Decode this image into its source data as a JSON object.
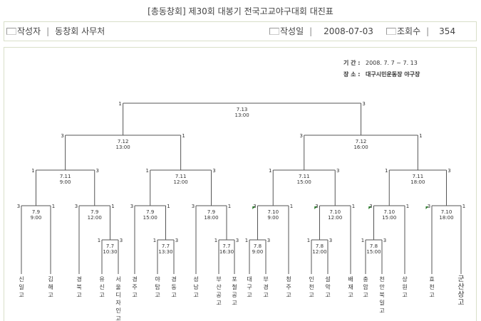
{
  "title": "[총동창회] 제30회 대봉기 전국고교야구대회 대진표",
  "info": {
    "author_label": "작성자",
    "author": "동창회 사무처",
    "date_label": "작성일",
    "date": "2008-07-03",
    "views_label": "조회수",
    "views": "354"
  },
  "period": {
    "label": "기  간 :",
    "value": "2008. 7. 7 ~ 7. 13"
  },
  "venue": {
    "label": "장  소 :",
    "value": "대구시민운동장 야구장"
  },
  "bracket": {
    "teams": [
      "신일고",
      "김해고",
      "경북고",
      "유신고",
      "서울디자인고",
      "경주고",
      "야탑고",
      "경동고",
      "성남고",
      "부산공고",
      "포철공고",
      "대구고",
      "부경고",
      "청주고",
      "인천고",
      "설악고",
      "배재고",
      "충암고",
      "천안북일고",
      "상원고",
      "효천고",
      "군산상고"
    ],
    "matches": [
      {
        "date": "7.7",
        "time": "10:30",
        "score_left": "1",
        "score_right": "3"
      },
      {
        "date": "7.7",
        "time": "13:30",
        "score_left": "1",
        "score_right": "3"
      },
      {
        "date": "7.7",
        "time": "16:30",
        "score_left": "1",
        "score_right": "3"
      },
      {
        "date": "7.8",
        "time": "9:00",
        "score_left": "1",
        "score_right": "3"
      },
      {
        "date": "7.8",
        "time": "12:00",
        "score_left": "1",
        "score_right": "3"
      },
      {
        "date": "7.8",
        "time": "15:00",
        "score_left": "1",
        "score_right": "3"
      },
      {
        "date": "7.9",
        "time": "9:00",
        "score_left": "3",
        "score_right": "1"
      },
      {
        "date": "7.9",
        "time": "12:00",
        "score_left": "3",
        "score_right": "1"
      },
      {
        "date": "7.9",
        "time": "15:00",
        "score_left": "3",
        "score_right": "1"
      },
      {
        "date": "7.9",
        "time": "18:00",
        "score_left": "3",
        "score_right": "1"
      },
      {
        "date": "7.10",
        "time": "9:00",
        "score_left": "3",
        "score_right": "1"
      },
      {
        "date": "7.10",
        "time": "12:00",
        "score_left": "3",
        "score_right": "1"
      },
      {
        "date": "7.10",
        "time": "15:00",
        "score_left": "3",
        "score_right": "1"
      },
      {
        "date": "7.10",
        "time": "18:00",
        "score_left": "3",
        "score_right": "1"
      },
      {
        "date": "7.11",
        "time": "9:00",
        "score_left": "1",
        "score_right": "3"
      },
      {
        "date": "7.11",
        "time": "12:00",
        "score_left": "1",
        "score_right": "3"
      },
      {
        "date": "7.11",
        "time": "15:00",
        "score_left": "1",
        "score_right": "3"
      },
      {
        "date": "7.11",
        "time": "18:00",
        "score_left": "1",
        "score_right": "3"
      },
      {
        "date": "7.12",
        "time": "13:00",
        "score_left": "3",
        "score_right": "1"
      },
      {
        "date": "7.12",
        "time": "16:00",
        "score_left": "3",
        "score_right": "1"
      },
      {
        "date": "7.13",
        "time": "13:00",
        "score_left": "1",
        "score_right": "3"
      }
    ]
  },
  "colors": {
    "line": "#555555",
    "text": "#333333",
    "border": "#d9dfc9",
    "marker": "#2a7a2a"
  }
}
